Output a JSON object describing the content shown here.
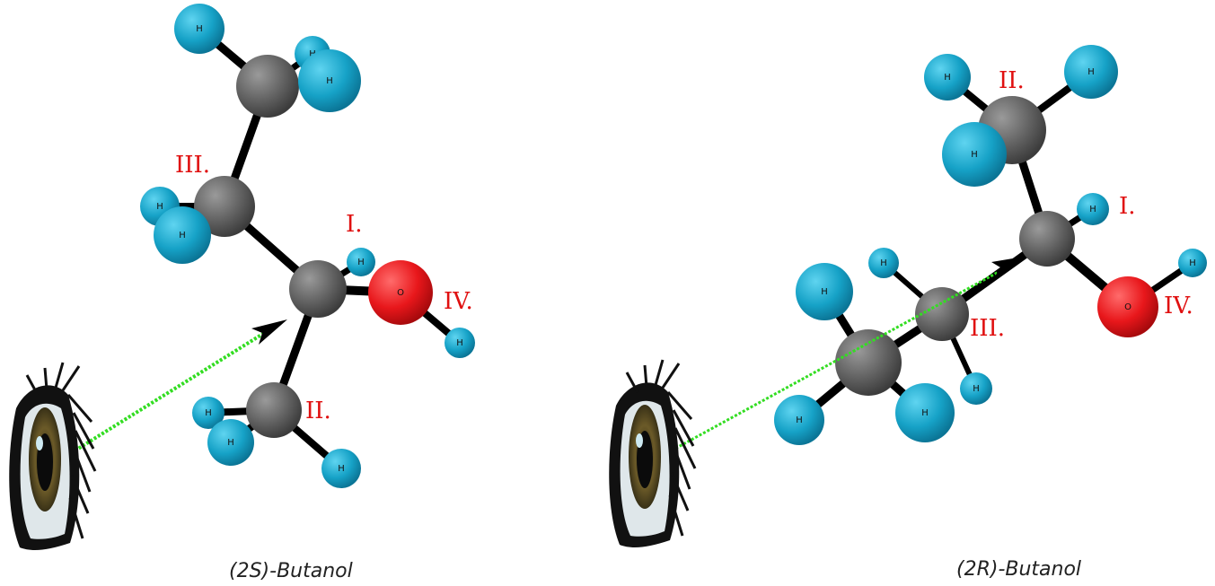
{
  "molecules": [
    {
      "caption": "(2S)-Butanol",
      "labels": {
        "I": "I.",
        "II": "II.",
        "III": "III.",
        "IV": "IV."
      },
      "atom_text": {
        "H": "H",
        "O": "O"
      }
    },
    {
      "caption": "(2R)-Butanol",
      "labels": {
        "I": "I.",
        "II": "II.",
        "III": "III.",
        "IV": "IV."
      },
      "atom_text": {
        "H": "H",
        "O": "O"
      }
    }
  ],
  "colors": {
    "carbon": "#5f5f5f",
    "hydrogen": "#1aa3c8",
    "oxygen": "#e8171b",
    "label": "#e01010",
    "sightline": "#33dd22"
  }
}
